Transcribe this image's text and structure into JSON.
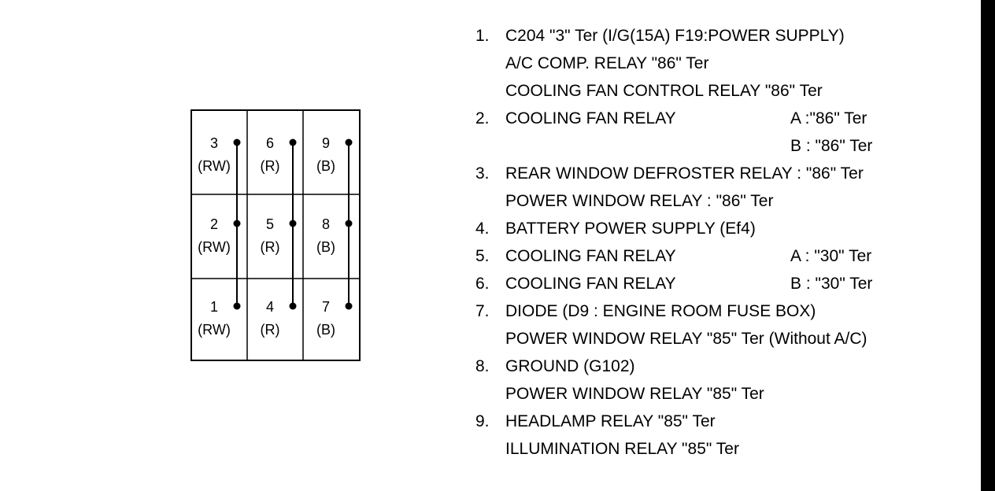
{
  "connector": {
    "cells": [
      {
        "pin": "3",
        "color": "(RW)"
      },
      {
        "pin": "6",
        "color": "(R)"
      },
      {
        "pin": "9",
        "color": "(B)"
      },
      {
        "pin": "2",
        "color": "(RW)"
      },
      {
        "pin": "5",
        "color": "(R)"
      },
      {
        "pin": "8",
        "color": "(B)"
      },
      {
        "pin": "1",
        "color": "(RW)"
      },
      {
        "pin": "4",
        "color": "(R)"
      },
      {
        "pin": "7",
        "color": "(B)"
      }
    ]
  },
  "legend": [
    {
      "num": "1.",
      "lines": [
        {
          "text": "C204 \"3\" Ter (I/G(15A) F19:POWER SUPPLY)"
        },
        {
          "text": "A/C COMP. RELAY \"86\" Ter"
        },
        {
          "text": "COOLING FAN CONTROL RELAY \"86\" Ter"
        }
      ]
    },
    {
      "num": "2.",
      "lines": [
        {
          "text": "COOLING FAN RELAY",
          "sub": "A :\"86\" Ter"
        },
        {
          "text": "",
          "sub": "B : \"86\" Ter"
        }
      ]
    },
    {
      "num": "3.",
      "lines": [
        {
          "text": "REAR WINDOW DEFROSTER RELAY : \"86\" Ter"
        },
        {
          "text": "POWER WINDOW RELAY : \"86\" Ter"
        }
      ]
    },
    {
      "num": "4.",
      "lines": [
        {
          "text": "BATTERY POWER SUPPLY (Ef4)"
        }
      ]
    },
    {
      "num": "5.",
      "lines": [
        {
          "text": "COOLING FAN RELAY",
          "sub": "A : \"30\" Ter"
        }
      ]
    },
    {
      "num": "6.",
      "lines": [
        {
          "text": "COOLING FAN RELAY",
          "sub": "B : \"30\" Ter"
        }
      ]
    },
    {
      "num": "7.",
      "lines": [
        {
          "text": "DIODE (D9 : ENGINE ROOM FUSE BOX)"
        },
        {
          "text": "POWER WINDOW RELAY \"85\" Ter (Without A/C)"
        }
      ]
    },
    {
      "num": "8.",
      "lines": [
        {
          "text": "GROUND (G102)"
        },
        {
          "text": "POWER WINDOW RELAY \"85\" Ter"
        }
      ]
    },
    {
      "num": "9.",
      "lines": [
        {
          "text": "HEADLAMP RELAY \"85\" Ter"
        },
        {
          "text": "ILLUMINATION RELAY \"85\" Ter"
        }
      ]
    }
  ]
}
